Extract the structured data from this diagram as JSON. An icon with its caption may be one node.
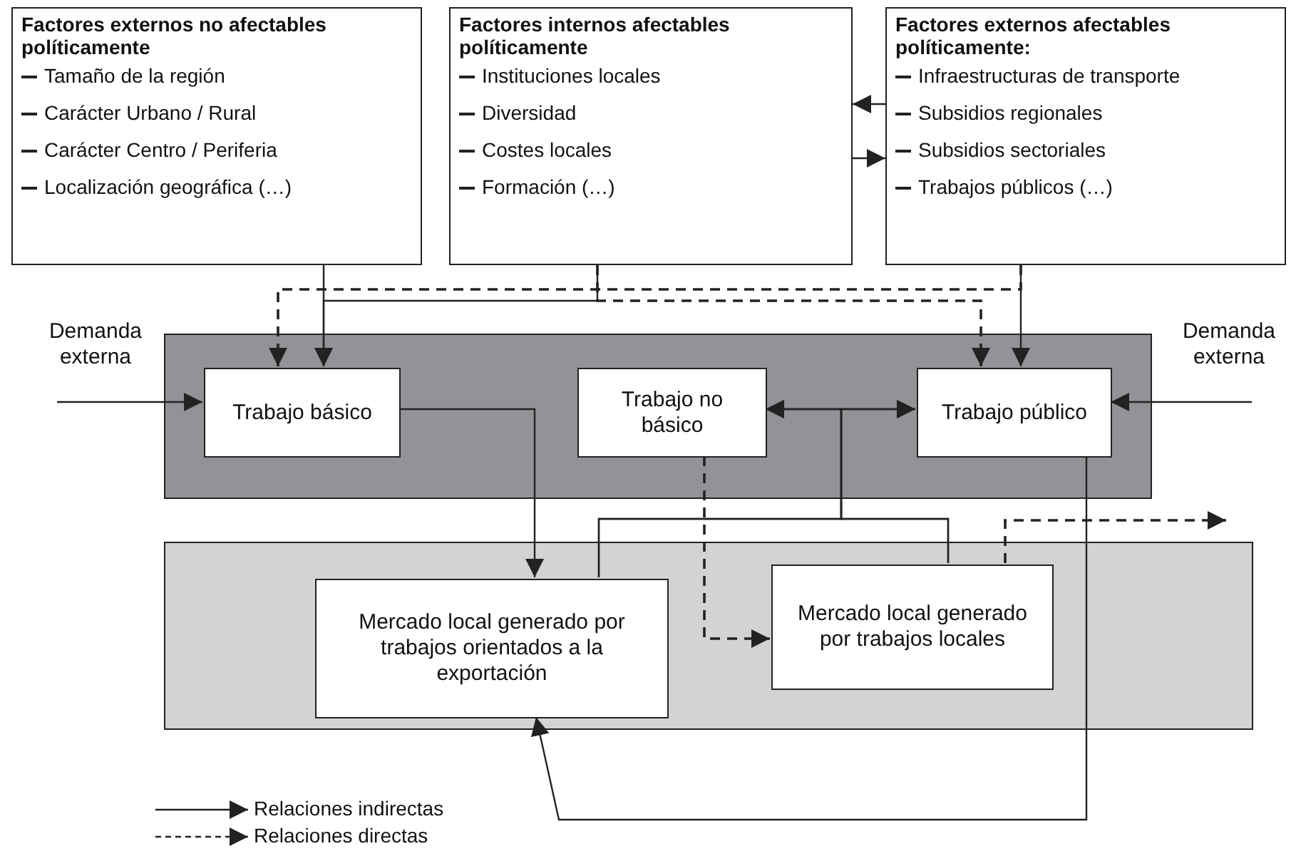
{
  "diagram": {
    "nodes": [
      {
        "text": [
          "Factores externos no afectables políticamente",
          "Tamaño de la región",
          "Carácter Urbano / Rural",
          "Carácter Centro / Periferia",
          "Localización geográfica (…)"
        ]
      },
      {
        "text": [
          "Factores internos afectables políticamente",
          "Instituciones locales",
          "Diversidad",
          "Costes locales",
          "Formación (…)"
        ]
      },
      {
        "text": [
          "Factores externos afectables políticamente:",
          "Infraestructuras de transporte",
          "Subsidios regionales",
          "Subsidios sectoriales",
          "Trabajos públicos (…)"
        ]
      },
      {
        "text": [],
        "shape": "box"
      },
      {
        "text": [
          "Trabajo básico"
        ],
        "in": 3
      },
      {
        "text": [
          "Trabajo no básico"
        ],
        "in": 3
      },
      {
        "text": [
          "Trabajo público"
        ],
        "in": 3
      },
      {
        "text": [],
        "shape": "box"
      },
      {
        "text": [
          "Mercado local generado por trabajos orientados a la exportación"
        ],
        "in": 7
      },
      {
        "text": [
          "Mercado local generado por trabajos locales"
        ],
        "in": 7
      },
      {
        "text": [
          "Demanda externa"
        ]
      },
      {
        "text": [
          "Demanda externa"
        ]
      }
    ],
    "edges": [
      {
        "from": 2,
        "to": 1,
        "arrow": "to"
      },
      {
        "from": 1,
        "to": 2,
        "arrow": "to"
      },
      {
        "from": 0,
        "to": 4,
        "arrow": "to"
      },
      {
        "from": 1,
        "to": 4,
        "arrow": "to"
      },
      {
        "from": 2,
        "to": 4,
        "arrow": "to",
        "style": "dashed"
      },
      {
        "from": 2,
        "to": 6,
        "arrow": "to"
      },
      {
        "from": 1,
        "to": 6,
        "arrow": "to",
        "style": "dashed"
      },
      {
        "from": 10,
        "to": 4,
        "arrow": "to"
      },
      {
        "from": 11,
        "to": 6,
        "arrow": "to"
      },
      {
        "from": 4,
        "to": 8,
        "arrow": "to"
      },
      {
        "from": 8,
        "to": 5,
        "arrow": "to"
      },
      {
        "from": 8,
        "to": 6,
        "arrow": "to"
      },
      {
        "from": 9,
        "to": 5,
        "arrow": "to"
      },
      {
        "from": 9,
        "to": 6,
        "arrow": "to"
      },
      {
        "from": 5,
        "to": 9,
        "arrow": "to",
        "style": "dashed"
      },
      {
        "from": 6,
        "to": 8,
        "arrow": "to"
      },
      {
        "from": 9,
        "to": null,
        "arrow": "to",
        "style": "dashed"
      }
    ],
    "legend": [
      {
        "text": "Relaciones indirectas"
      },
      {
        "text": "Relaciones directas"
      }
    ]
  }
}
